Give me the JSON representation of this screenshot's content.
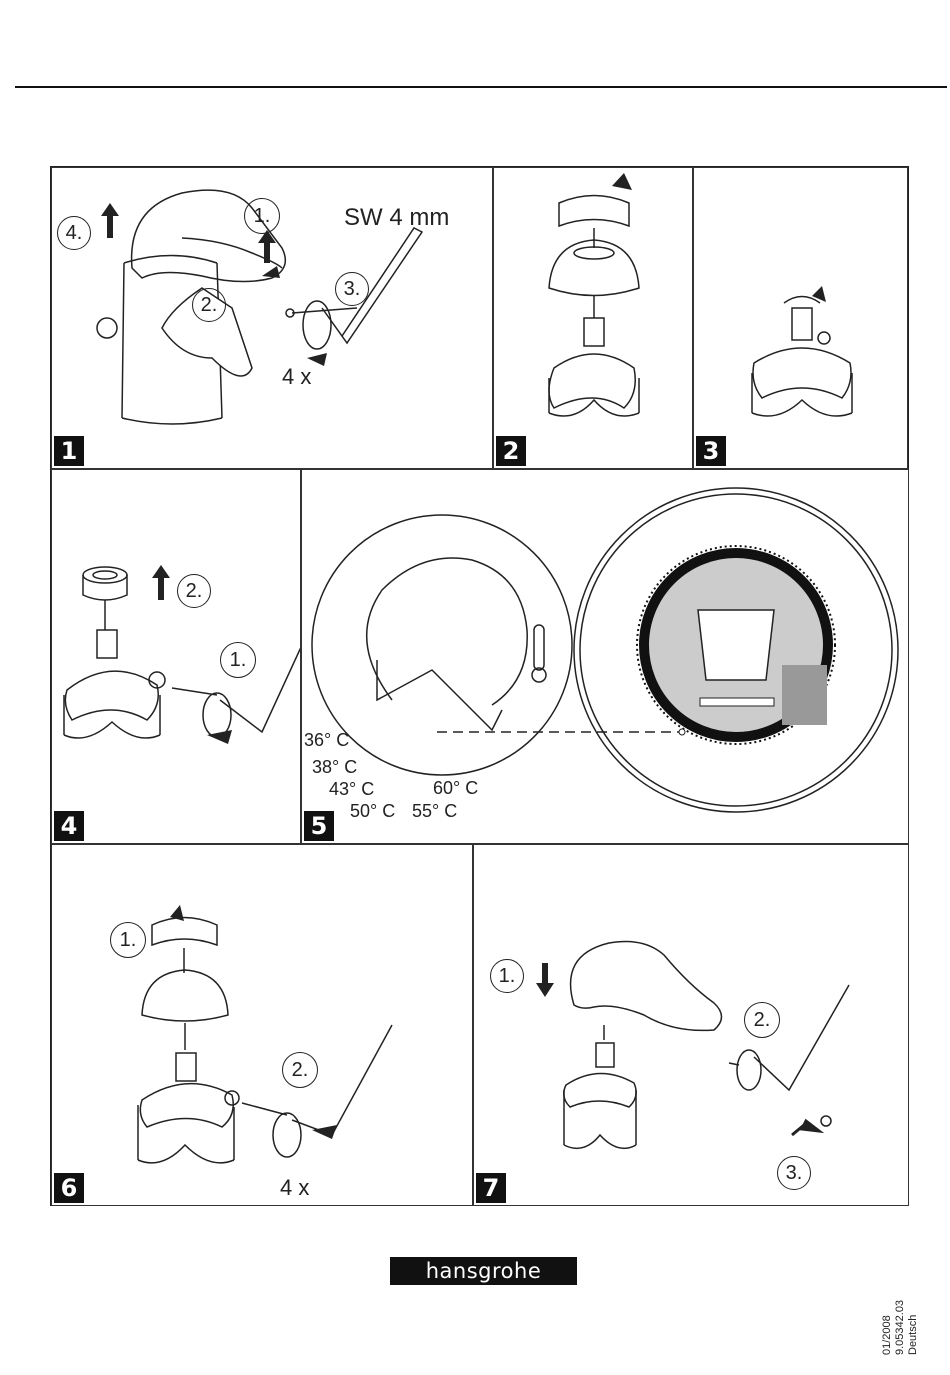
{
  "panels": {
    "p1": {
      "number": "1",
      "label_wrench": "SW 4 mm",
      "step1": "1.",
      "step2": "2.",
      "step3": "3.",
      "step4": "4.",
      "turns": "4 x"
    },
    "p2": {
      "number": "2"
    },
    "p3": {
      "number": "3"
    },
    "p4": {
      "number": "4",
      "step1": "1.",
      "step2": "2."
    },
    "p5": {
      "number": "5",
      "temps": [
        "36° C",
        "38° C",
        "43° C",
        "50° C",
        "55° C",
        "60° C"
      ]
    },
    "p6": {
      "number": "6",
      "step1": "1.",
      "step2": "2.",
      "turns": "4 x"
    },
    "p7": {
      "number": "7",
      "step1": "1.",
      "step2": "2.",
      "step3": "3."
    }
  },
  "footer": {
    "brand": "hansgrohe",
    "date": "01/2008",
    "doc_number": "9.05342.03",
    "language": "Deutsch"
  }
}
